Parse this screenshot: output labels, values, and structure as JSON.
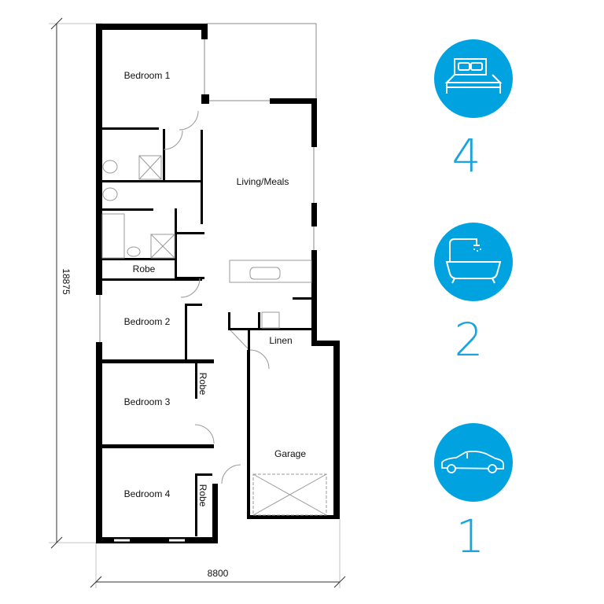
{
  "plan": {
    "rooms": {
      "bedroom1": "Bedroom 1",
      "living": "Living/Meals",
      "robe_main": "Robe",
      "bedroom2": "Bedroom 2",
      "linen": "Linen",
      "bedroom3": "Bedroom 3",
      "robe3": "Robe",
      "garage": "Garage",
      "bedroom4": "Bedroom 4",
      "robe4": "Robe"
    },
    "dimensions": {
      "depth": "18875",
      "width": "8800"
    }
  },
  "features": [
    {
      "icon": "bed-icon",
      "count": "4"
    },
    {
      "icon": "bathtub-icon",
      "count": "2"
    },
    {
      "icon": "car-icon",
      "count": "1"
    }
  ],
  "colors": {
    "accent": "#00a3e0"
  }
}
